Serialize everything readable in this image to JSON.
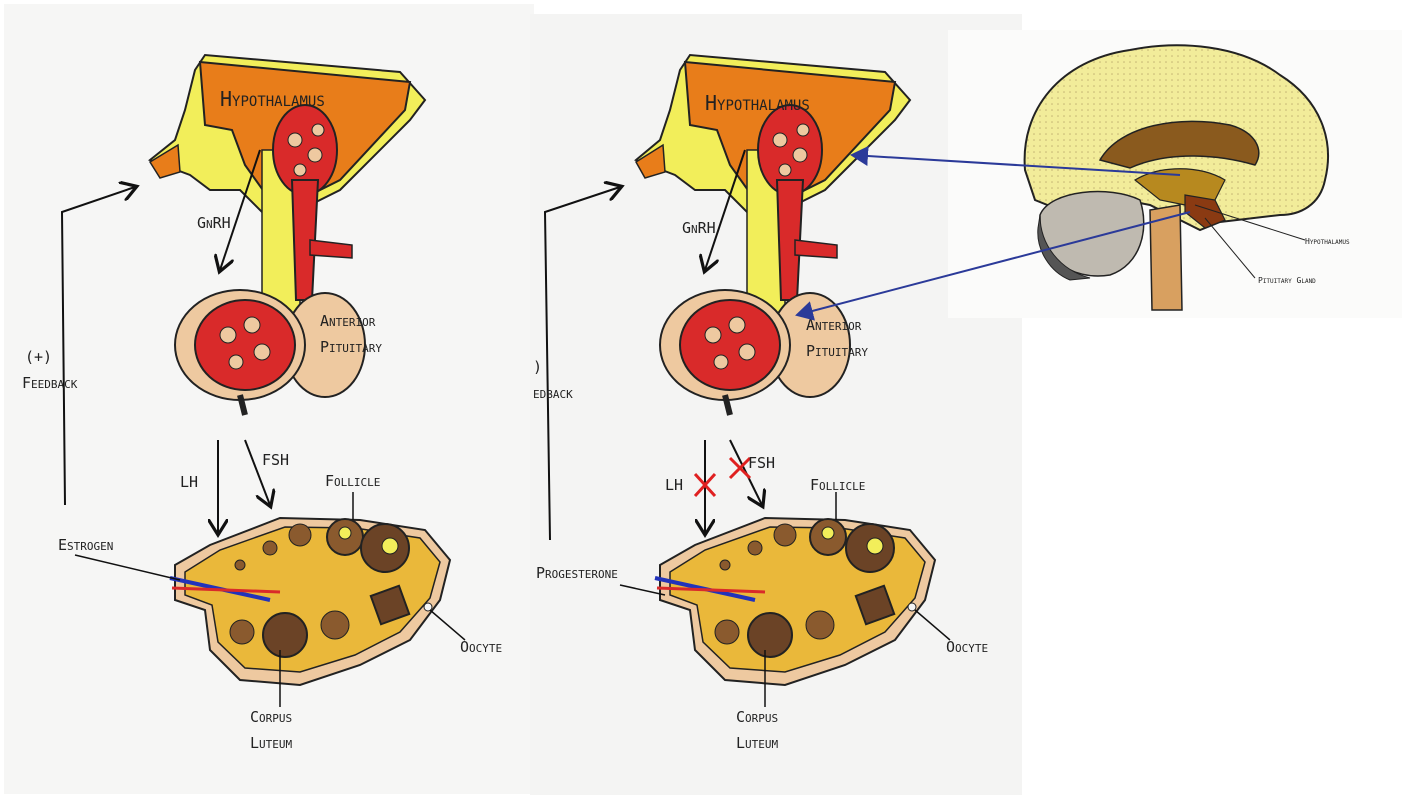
{
  "panel_left": {
    "hypothalamus": "Hypothalamus",
    "gnrh": "GnRH",
    "anterior": "Anterior",
    "pituitary": "Pituitary",
    "feedback_sign": "(+)",
    "feedback": "Feedback",
    "lh": "LH",
    "fsh": "FSH",
    "follicle": "Follicle",
    "hormone": "Estrogen",
    "oocyte": "Oocyte",
    "corpus": "Corpus",
    "luteum": "Luteum"
  },
  "panel_right": {
    "hypothalamus": "Hypothalamus",
    "gnrh": "GnRH",
    "anterior": "Anterior",
    "pituitary": "Pituitary",
    "feedback_sign": ")",
    "feedback": "edback",
    "lh": "LH",
    "fsh": "FSH",
    "follicle": "Follicle",
    "hormone": "Progesterone",
    "oocyte": "Oocyte",
    "corpus": "Corpus",
    "luteum": "Luteum"
  },
  "brain_panel": {
    "hypothalamus": "Hypothalamus",
    "pituitary_gland": "Pituitary Gland"
  },
  "colors": {
    "hypothalamus": "#e87d1a",
    "yellow_tissue": "#f2ee5a",
    "vessel": "#d92a2a",
    "pituitary_tan": "#eec9a0",
    "ovary": "#eab83a",
    "pointer_arrow": "#2b3a99",
    "inhibit_x": "#e02020",
    "brain": "#f2ec9a"
  }
}
